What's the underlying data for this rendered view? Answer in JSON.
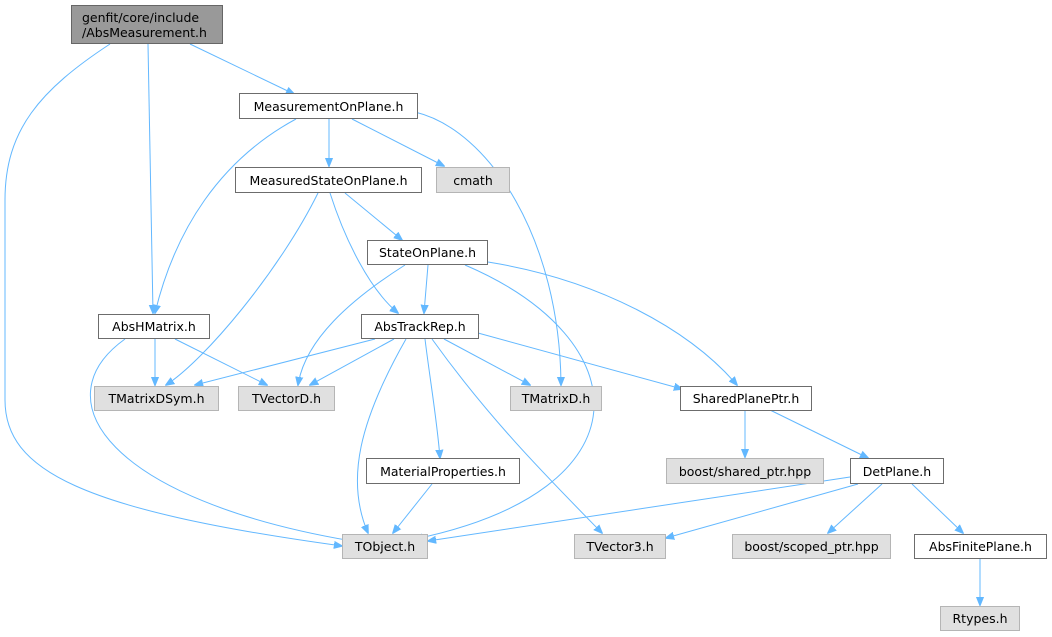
{
  "nodes": {
    "abs_measurement": {
      "line1": "genfit/core/include",
      "line2": "/AbsMeasurement.h"
    },
    "measurement_on_plane": "MeasurementOnPlane.h",
    "measured_state_on_plane": "MeasuredStateOnPlane.h",
    "cmath": "cmath",
    "state_on_plane": "StateOnPlane.h",
    "abs_h_matrix": "AbsHMatrix.h",
    "abs_track_rep": "AbsTrackRep.h",
    "t_matrix_dsym": "TMatrixDSym.h",
    "t_vector_d": "TVectorD.h",
    "t_matrix_d": "TMatrixD.h",
    "shared_plane_ptr": "SharedPlanePtr.h",
    "boost_shared_ptr": "boost/shared_ptr.hpp",
    "det_plane": "DetPlane.h",
    "material_properties": "MaterialProperties.h",
    "t_object": "TObject.h",
    "t_vector3": "TVector3.h",
    "boost_scoped_ptr": "boost/scoped_ptr.hpp",
    "abs_finite_plane": "AbsFinitePlane.h",
    "r_types": "Rtypes.h"
  },
  "colors": {
    "edge": "#63b8ff",
    "node_border": "#6c6c6c",
    "external_fill": "#e0e0e0",
    "root_fill": "#999999"
  }
}
